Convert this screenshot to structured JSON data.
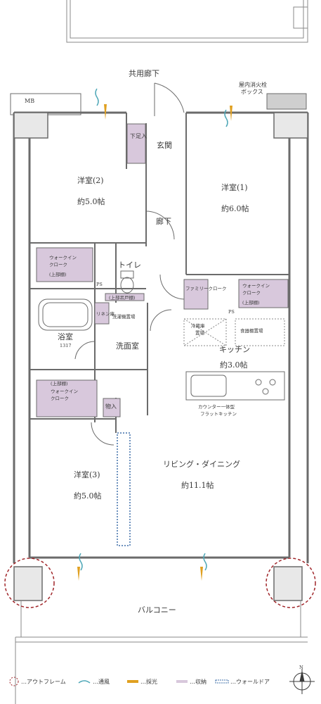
{
  "corridor": "共用廊下",
  "hydrant": {
    "line1": "屋内消火栓",
    "line2": "ボックス"
  },
  "mb": "MB",
  "rooms": {
    "western2": {
      "name": "洋室(2)",
      "size": "約5.0帖"
    },
    "western1": {
      "name": "洋室(1)",
      "size": "約6.0帖"
    },
    "western3": {
      "name": "洋室(3)",
      "size": "約5.0帖"
    },
    "entrance": "玄関",
    "shoe": "下足入",
    "hallway": "廊下",
    "toilet": "トイレ",
    "bath": {
      "name": "浴室",
      "size": "1317"
    },
    "washroom": "洗面室",
    "linen": "リネン庫",
    "washer": "洗濯機置場",
    "kitchen": {
      "name": "キッチン",
      "size": "約3.0帖"
    },
    "ldk": {
      "name": "リビング・ダイニング",
      "size": "約11.1帖"
    },
    "balcony": "バルコニー",
    "family_closet": "ファミリークローク",
    "storage": "物入"
  },
  "closets": {
    "wic_label": "ウォークインクローク",
    "wic1": "ウォークイン",
    "wic2": "クローク",
    "upper_shelf": "(上部棚)",
    "upper_shelf_vertical": "上部棚",
    "upper_shelf_paren": "(上部吊戸棚)"
  },
  "fixtures": {
    "ps": "PS",
    "fridge": {
      "line1": "冷蔵庫",
      "line2": "置場"
    },
    "dish": "食器棚置場",
    "counter": {
      "line1": "カウンター一体型",
      "line2": "フラットキッチン"
    }
  },
  "legend": {
    "outframe": "…アウトフレーム",
    "ventilation": "…通風",
    "lighting": "…採光",
    "storage": "…収納",
    "wall_door": "…ウォールドア"
  },
  "colors": {
    "wall": "#6b6b6b",
    "storage": "#d8c8dc",
    "outframe": "#a0262a",
    "vent": "#4fa8b8",
    "light": "#e0a020",
    "walldoor": "#3f6fa8"
  }
}
